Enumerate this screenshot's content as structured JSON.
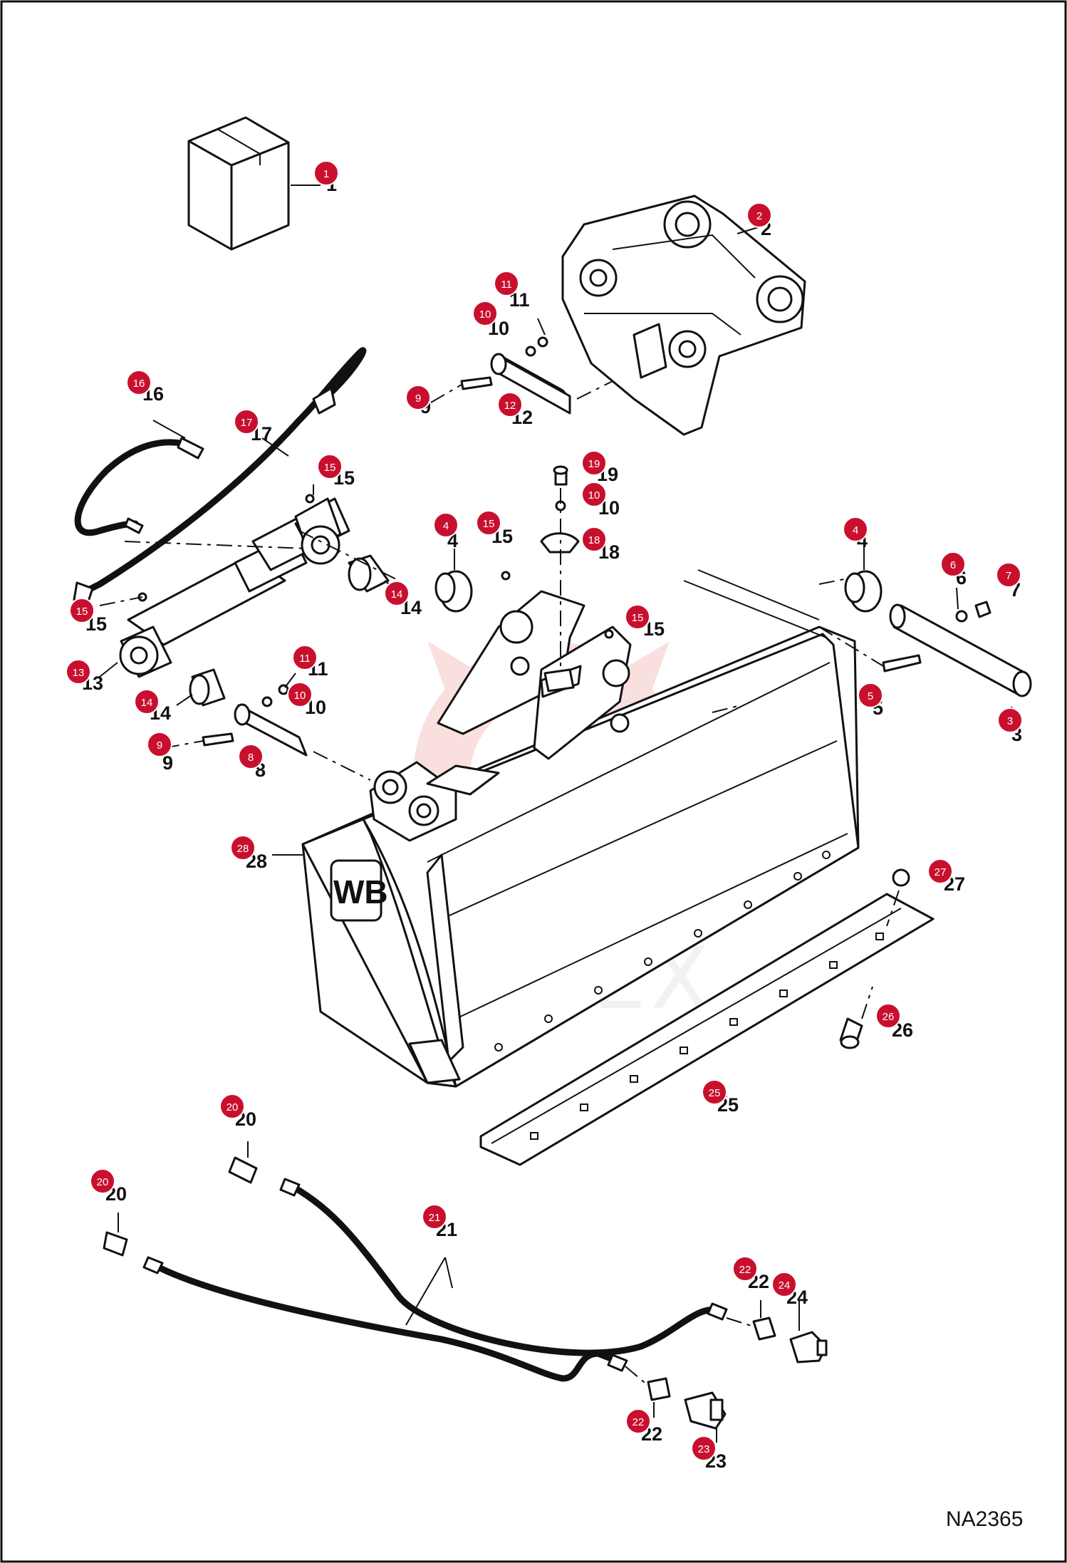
{
  "watermark": {
    "text": "ИНТЕХ",
    "color": "#f4c3c3"
  },
  "reference_code": "NA2365",
  "bucket_logo": "WB",
  "badge_color": "#c8102e",
  "callouts": [
    {
      "n": "1"
    },
    {
      "n": "2"
    },
    {
      "n": "11"
    },
    {
      "n": "10"
    },
    {
      "n": "9"
    },
    {
      "n": "12"
    },
    {
      "n": "16"
    },
    {
      "n": "17"
    },
    {
      "n": "15"
    },
    {
      "n": "19"
    },
    {
      "n": "10"
    },
    {
      "n": "4"
    },
    {
      "n": "15"
    },
    {
      "n": "18"
    },
    {
      "n": "4"
    },
    {
      "n": "6"
    },
    {
      "n": "7"
    },
    {
      "n": "15"
    },
    {
      "n": "14"
    },
    {
      "n": "15"
    },
    {
      "n": "15"
    },
    {
      "n": "11"
    },
    {
      "n": "13"
    },
    {
      "n": "10"
    },
    {
      "n": "14"
    },
    {
      "n": "5"
    },
    {
      "n": "3"
    },
    {
      "n": "9"
    },
    {
      "n": "8"
    },
    {
      "n": "28"
    },
    {
      "n": "27"
    },
    {
      "n": "26"
    },
    {
      "n": "25"
    },
    {
      "n": "20"
    },
    {
      "n": "20"
    },
    {
      "n": "21"
    },
    {
      "n": "22"
    },
    {
      "n": "24"
    },
    {
      "n": "22"
    },
    {
      "n": "23"
    }
  ]
}
